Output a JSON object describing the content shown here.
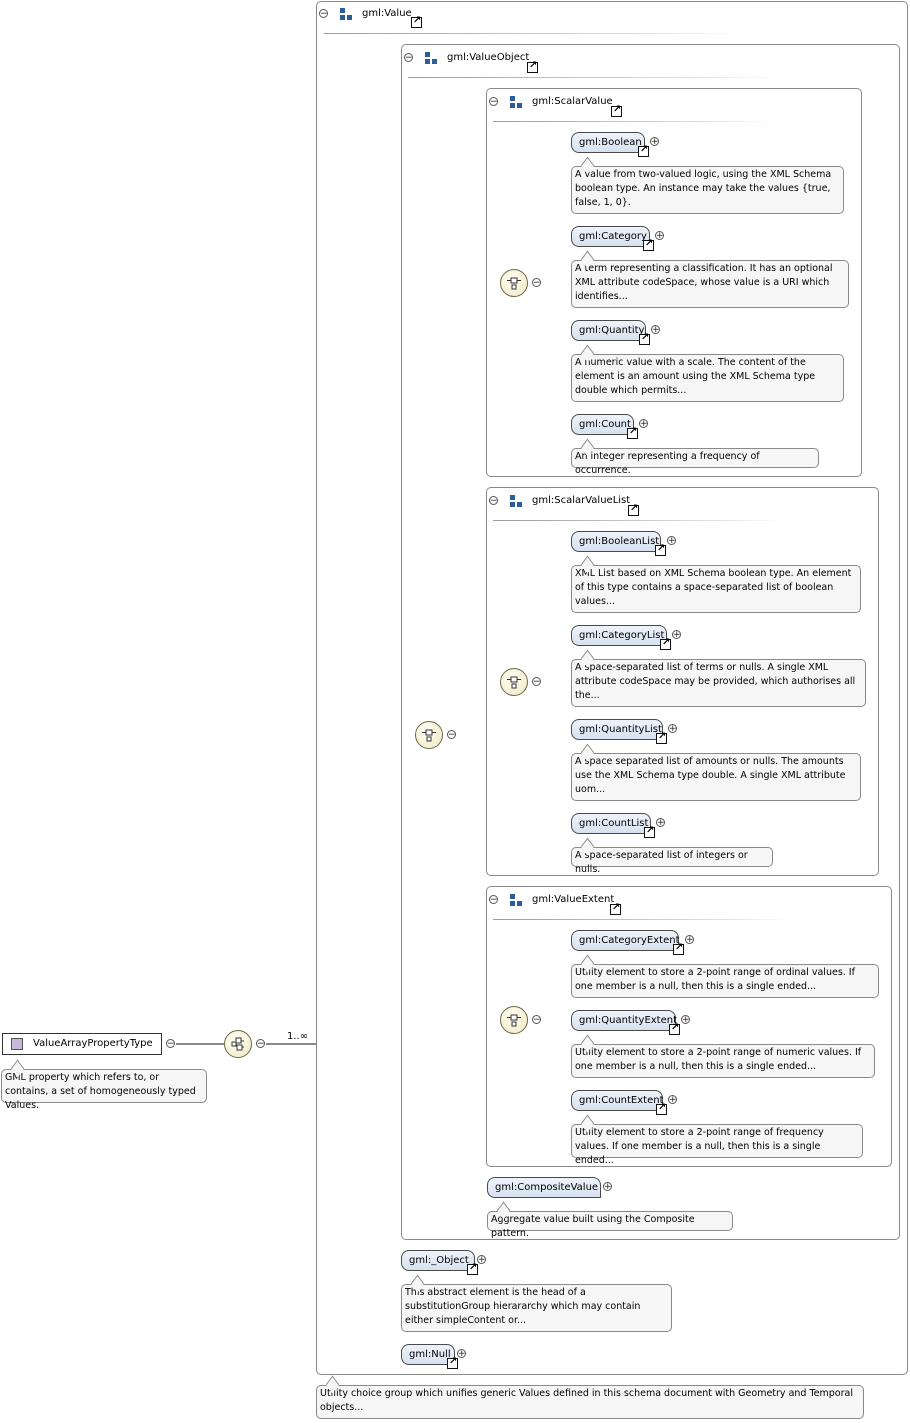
{
  "root": {
    "name": "ValueArrayPropertyType",
    "doc": "GML property which refers to, or contains, a set of homogeneously typed Values.",
    "multiplicity": "1..∞"
  },
  "value_group": {
    "title": "gml:Value",
    "doc": "Utility choice group which unifies generic Values defined in this schema document with Geometry and Temporal objects..."
  },
  "value_object": {
    "title": "gml:ValueObject"
  },
  "scalar_value": {
    "title": "gml:ScalarValue",
    "elements": [
      {
        "name": "gml:Boolean",
        "doc": "A value from two-valued logic, using the XML Schema boolean type. An instance may take the values {true, false, 1, 0}."
      },
      {
        "name": "gml:Category",
        "doc": "A term representing a classification. It has an optional XML attribute codeSpace, whose value is a URI which identifies..."
      },
      {
        "name": "gml:Quantity",
        "doc": "A numeric value with a scale. The content of the element is an amount using the XML Schema type double which permits..."
      },
      {
        "name": "gml:Count",
        "doc": "An integer representing a frequency of occurrence."
      }
    ]
  },
  "scalar_value_list": {
    "title": "gml:ScalarValueList",
    "elements": [
      {
        "name": "gml:BooleanList",
        "doc": "XML List based on XML Schema boolean type. An element of this type contains a space-separated list of boolean values..."
      },
      {
        "name": "gml:CategoryList",
        "doc": "A space-separated list of terms or nulls. A single XML attribute codeSpace may be provided, which authorises all the..."
      },
      {
        "name": "gml:QuantityList",
        "doc": "A space separated list of amounts or nulls. The amounts use the XML Schema type double. A single XML attribute uom..."
      },
      {
        "name": "gml:CountList",
        "doc": "A space-separated list of integers or nulls."
      }
    ]
  },
  "value_extent": {
    "title": "gml:ValueExtent",
    "elements": [
      {
        "name": "gml:CategoryExtent",
        "doc": "Utility element to store a 2-point range of ordinal values. If one member is a null, then this is a single ended..."
      },
      {
        "name": "gml:QuantityExtent",
        "doc": "Utility element to store a 2-point range of numeric values. If one member is a null, then this is a single ended..."
      },
      {
        "name": "gml:CountExtent",
        "doc": "Utility element to store a 2-point range of frequency values. If one member is a null, then this is a single ended..."
      }
    ]
  },
  "composite_value": {
    "name": "gml:CompositeValue",
    "doc": "Aggregate value built using the Composite pattern."
  },
  "object_elem": {
    "name": "gml:_Object",
    "doc": "This abstract element is the head of a substitutionGroup hierararchy which may contain either simpleContent or..."
  },
  "null_elem": {
    "name": "gml:Null"
  },
  "icons": {
    "collapse": "⊖",
    "expand": "⊕"
  },
  "colors": {
    "element_fill": "#d6e2f1",
    "compositor_fill": "#efe8c4",
    "type_icon": "#c8b8dc",
    "group_icon": "#2a5d9a"
  }
}
